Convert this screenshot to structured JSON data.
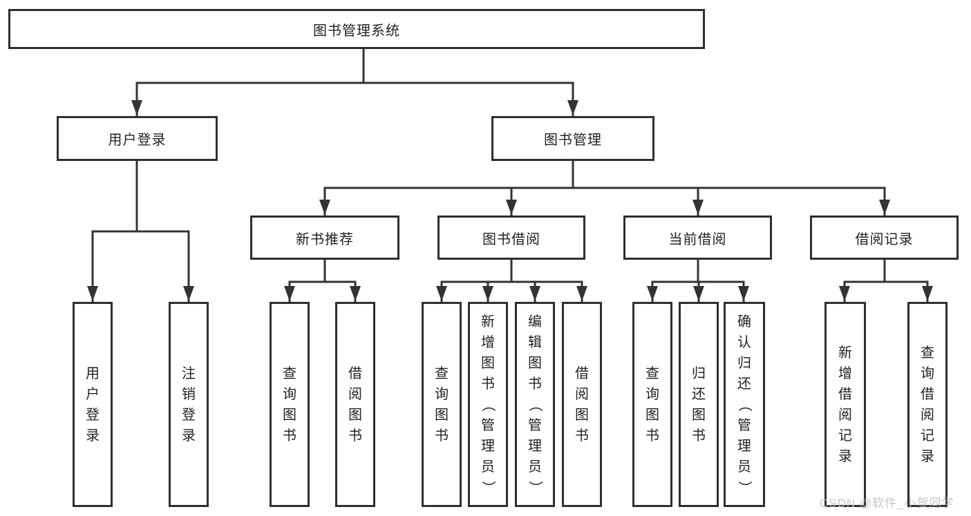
{
  "diagram": {
    "root": {
      "label": "图书管理系统",
      "children": [
        {
          "label": "用户登录",
          "children": [
            {
              "label": "用户登录"
            },
            {
              "label": "注销登录"
            }
          ]
        },
        {
          "label": "图书管理",
          "children": [
            {
              "label": "新书推荐",
              "children": [
                {
                  "label": "查询图书"
                },
                {
                  "label": "借阅图书"
                }
              ]
            },
            {
              "label": "图书借阅",
              "children": [
                {
                  "label": "查询图书"
                },
                {
                  "label": "新增图书（管理员）"
                },
                {
                  "label": "编辑图书（管理员）"
                },
                {
                  "label": "借阅图书"
                }
              ]
            },
            {
              "label": "当前借阅",
              "children": [
                {
                  "label": "查询图书"
                },
                {
                  "label": "归还图书"
                },
                {
                  "label": "确认归还（管理员）"
                }
              ]
            },
            {
              "label": "借阅记录",
              "children": [
                {
                  "label": "新增借阅记录"
                },
                {
                  "label": "查询借阅记录"
                }
              ]
            }
          ]
        }
      ]
    }
  },
  "watermark": {
    "text": "CSDN @软件_小贺同学"
  },
  "colors": {
    "line": "#333333",
    "box_border": "#2e2e2e",
    "text": "#222222",
    "watermark": "#bdbdbd"
  }
}
